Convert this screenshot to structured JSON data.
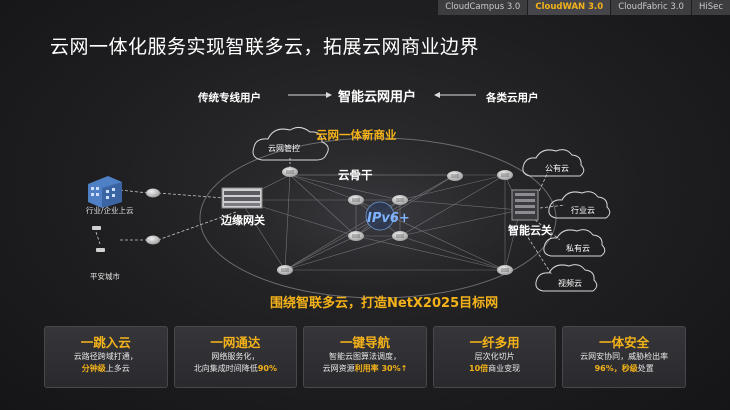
{
  "tabs": [
    "CloudCampus 3.0",
    "CloudWAN 3.0",
    "CloudFabric 3.0",
    "HiSec"
  ],
  "active_tab": "CloudWAN 3.0",
  "title": "云网一体化服务实现智联多云，拓展云网商业边界",
  "diagram": {
    "user_left": "传统专线用户",
    "user_center": "智能云网用户",
    "user_right": "各类云用户",
    "new_business": "云网一体新商业",
    "cloud_mgmt": "云网管控",
    "backbone": "云骨干",
    "ipv6": "IPv6+",
    "edge_gateway": "边缘网关",
    "smart_gateway": "智能云关",
    "industry_cloud_access": "行业/企业上云",
    "safe_city": "平安城市",
    "clouds": [
      "公有云",
      "行业云",
      "私有云",
      "视频云"
    ],
    "slogan": "围绕智联多云，打造NetX2025目标网"
  },
  "cards": [
    {
      "title": "一跳入云",
      "line1": "云路径跨域打通，",
      "line2_hl": "分钟级",
      "line2": "上多云",
      "line2_after": ""
    },
    {
      "title": "一网通达",
      "line1": "网络服务化，",
      "line2_hl": "",
      "line2": "北向集成时间降低",
      "line2_after": "90%"
    },
    {
      "title": "一键导航",
      "line1": "智能云图算法调度，",
      "line2_hl": "",
      "line2": "云网资源",
      "line2_after": "利用率 30%↑"
    },
    {
      "title": "一纤多用",
      "line1": "层次化切片",
      "line2_hl": "10倍",
      "line2": "商业变现",
      "line2_after": ""
    },
    {
      "title": "一体安全",
      "line1": "云网安协同，威胁检出率",
      "line2_hl": "96%，秒级",
      "line2": "处置",
      "line2_after": ""
    }
  ],
  "colors": {
    "accent": "#f4b21a",
    "background": "#1d1d1f",
    "ipv6": "#7fb2ff"
  }
}
